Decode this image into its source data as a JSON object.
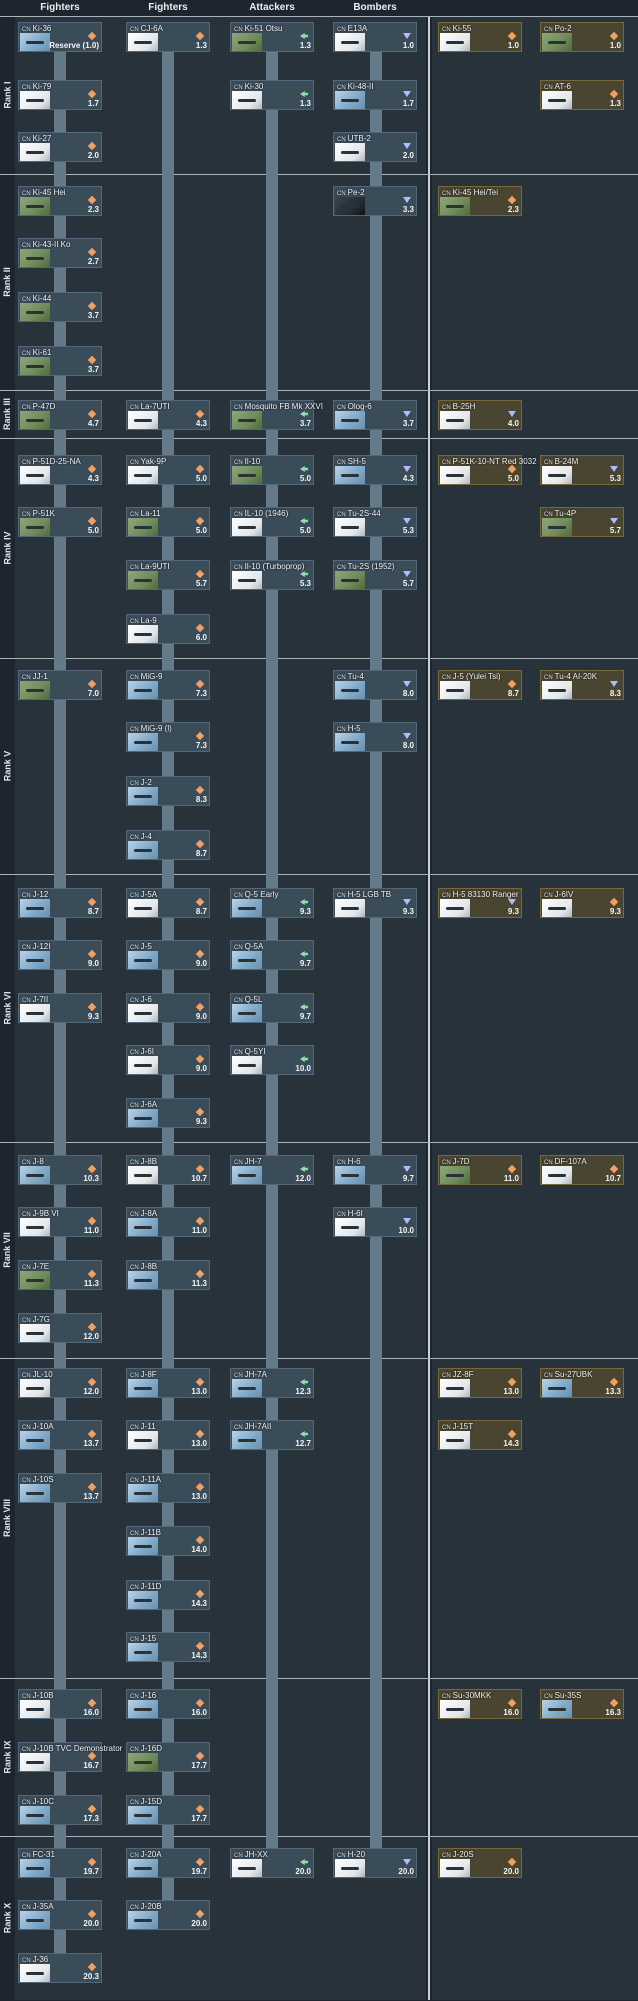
{
  "columns": [
    "Fighters",
    "Fighters",
    "Attackers",
    "Bombers",
    "",
    ""
  ],
  "ranks": [
    "Rank I",
    "Rank II",
    "Rank III",
    "Rank IV",
    "Rank V",
    "Rank VI",
    "Rank VII",
    "Rank VIII",
    "Rank IX",
    "Rank X"
  ],
  "nation_prefix": "CN",
  "vehicles": {
    "ki36": {
      "name": "Ki-36",
      "br": "Reserve (1.0)"
    },
    "ki79": {
      "name": "Ki-79",
      "br": "1.7"
    },
    "ki27": {
      "name": "Ki-27",
      "br": "2.0"
    },
    "cj6a": {
      "name": "CJ-6A",
      "br": "1.3"
    },
    "ki51": {
      "name": "Ki-51 Otsu",
      "br": "1.3"
    },
    "ki30": {
      "name": "Ki-30",
      "br": "1.3"
    },
    "e13a": {
      "name": "E13A",
      "br": "1.0"
    },
    "ki48": {
      "name": "Ki-48-II",
      "br": "1.7"
    },
    "utb2": {
      "name": "UTB-2",
      "br": "2.0"
    },
    "ki55": {
      "name": "Ki-55",
      "br": "1.0"
    },
    "po2": {
      "name": "Po-2",
      "br": "1.0"
    },
    "at6": {
      "name": "AT-6",
      "br": "1.3"
    },
    "ki45hei": {
      "name": "Ki-45 Hei",
      "br": "2.3"
    },
    "ki43": {
      "name": "Ki-43-II Ko",
      "br": "2.7"
    },
    "ki44": {
      "name": "Ki-44",
      "br": "3.7"
    },
    "ki61": {
      "name": "Ki-61",
      "br": "3.7"
    },
    "pe2": {
      "name": "Pe-2",
      "br": "3.3"
    },
    "ki45heitei": {
      "name": "Ki-45 Hei/Tei",
      "br": "2.3"
    },
    "p47d": {
      "name": "P-47D",
      "br": "4.7"
    },
    "la7uti": {
      "name": "La-7UTI",
      "br": "4.3"
    },
    "mosquito": {
      "name": "Mosquito FB Mk XXVI",
      "br": "3.7"
    },
    "olog6": {
      "name": "Olog-6",
      "br": "3.7"
    },
    "b25h": {
      "name": "B-25H",
      "br": "4.0"
    },
    "p51d": {
      "name": "P-51D-25-NA",
      "br": "4.3"
    },
    "p51k": {
      "name": "P-51K",
      "br": "5.0"
    },
    "yak9p": {
      "name": "Yak-9P",
      "br": "5.0"
    },
    "la11": {
      "name": "La-11",
      "br": "5.0"
    },
    "la9uti": {
      "name": "La-9UTI",
      "br": "5.7"
    },
    "la9": {
      "name": "La-9",
      "br": "6.0"
    },
    "il10": {
      "name": "Il-10",
      "br": "5.0"
    },
    "il10_1946": {
      "name": "IL-10 (1946)",
      "br": "5.0"
    },
    "il10_turbo": {
      "name": "Il-10 (Turboprop)",
      "br": "5.3"
    },
    "sh5": {
      "name": "SH-5",
      "br": "4.3"
    },
    "tu2s44": {
      "name": "Tu-2S-44",
      "br": "5.3"
    },
    "tu2s1952": {
      "name": "Tu-2S (1952)",
      "br": "5.7"
    },
    "p51k10": {
      "name": "P-51K-10-NT Red 3032",
      "br": "5.0"
    },
    "b24m": {
      "name": "B-24M",
      "br": "5.3"
    },
    "tu4p": {
      "name": "Tu-4P",
      "br": "5.7"
    },
    "jj1": {
      "name": "JJ-1",
      "br": "7.0"
    },
    "mig9": {
      "name": "MiG-9",
      "br": "7.3"
    },
    "mig9l": {
      "name": "MiG-9 (l)",
      "br": "7.3"
    },
    "j2": {
      "name": "J-2",
      "br": "8.3"
    },
    "j4": {
      "name": "J-4",
      "br": "8.7"
    },
    "tu4": {
      "name": "Tu-4",
      "br": "8.0"
    },
    "h5": {
      "name": "H-5",
      "br": "8.0"
    },
    "j5yulei": {
      "name": "J-5 (Yulei Tsi)",
      "br": "8.7"
    },
    "tu4ai20k": {
      "name": "Tu-4 AI-20K",
      "br": "8.3"
    },
    "j12": {
      "name": "J-12",
      "br": "8.7"
    },
    "j12i": {
      "name": "J-12I",
      "br": "9.0"
    },
    "j7ii": {
      "name": "J-7II",
      "br": "9.3"
    },
    "j5a": {
      "name": "J-5A",
      "br": "8.7"
    },
    "j5": {
      "name": "J-5",
      "br": "9.0"
    },
    "j6": {
      "name": "J-6",
      "br": "9.0"
    },
    "j6i": {
      "name": "J-6I",
      "br": "9.0"
    },
    "j6a": {
      "name": "J-6A",
      "br": "9.3"
    },
    "q5early": {
      "name": "Q-5 Early",
      "br": "9.3"
    },
    "q5a": {
      "name": "Q-5A",
      "br": "9.7"
    },
    "q5l": {
      "name": "Q-5L",
      "br": "9.7"
    },
    "q5yi": {
      "name": "Q-5YI",
      "br": "10.0"
    },
    "h5lgb": {
      "name": "H-5 LGB TB",
      "br": "9.3"
    },
    "h5_83130": {
      "name": "H-5 83130 Ranger",
      "br": "9.3"
    },
    "j6iv": {
      "name": "J-6IV",
      "br": "9.3"
    },
    "j8": {
      "name": "J-8",
      "br": "10.3"
    },
    "j8b": {
      "name": "J-8B",
      "br": "10.7"
    },
    "j9bvi": {
      "name": "J-9B VI",
      "br": "11.0"
    },
    "j7e": {
      "name": "J-7E",
      "br": "11.3"
    },
    "j7g": {
      "name": "J-7G",
      "br": "12.0"
    },
    "j8a": {
      "name": "J-8A",
      "br": "11.0"
    },
    "j8b2": {
      "name": "J-8B",
      "br": "11.3"
    },
    "jh7": {
      "name": "JH-7",
      "br": "12.0"
    },
    "h6": {
      "name": "H-6",
      "br": "9.7"
    },
    "h6i": {
      "name": "H-6I",
      "br": "10.0"
    },
    "j7d": {
      "name": "J-7D",
      "br": "11.0"
    },
    "df107a": {
      "name": "DF-107A",
      "br": "10.7"
    },
    "jl10": {
      "name": "JL-10",
      "br": "12.0"
    },
    "j10a": {
      "name": "J-10A",
      "br": "13.7"
    },
    "j10s": {
      "name": "J-10S",
      "br": "13.7"
    },
    "j8f": {
      "name": "J-8F",
      "br": "13.0"
    },
    "j11": {
      "name": "J-11",
      "br": "13.0"
    },
    "j11a": {
      "name": "J-11A",
      "br": "13.0"
    },
    "j11b": {
      "name": "J-11B",
      "br": "14.0"
    },
    "j11d": {
      "name": "J-11D",
      "br": "14.3"
    },
    "j15": {
      "name": "J-15",
      "br": "14.3"
    },
    "jh7a": {
      "name": "JH-7A",
      "br": "12.3"
    },
    "jh7aii": {
      "name": "JH-7AII",
      "br": "12.7"
    },
    "jz8f": {
      "name": "JZ-8F",
      "br": "13.0"
    },
    "su27ubk": {
      "name": "Su-27UBK",
      "br": "13.3"
    },
    "j15t": {
      "name": "J-15T",
      "br": "14.3"
    },
    "j10b": {
      "name": "J-10B",
      "br": "16.0"
    },
    "j10btvc": {
      "name": "J-10B TVC Demonstrator",
      "br": "16.7"
    },
    "j10c": {
      "name": "J-10C",
      "br": "17.3"
    },
    "j16": {
      "name": "J-16",
      "br": "16.0"
    },
    "j16d": {
      "name": "J-16D",
      "br": "17.7"
    },
    "j15d": {
      "name": "J-15D",
      "br": "17.7"
    },
    "su30mkk": {
      "name": "Su-30MKK",
      "br": "16.0"
    },
    "su35s": {
      "name": "Su-35S",
      "br": "16.3"
    },
    "fc31": {
      "name": "FC-31",
      "br": "19.7"
    },
    "j35a": {
      "name": "J-35A",
      "br": "20.0"
    },
    "j36": {
      "name": "J-36",
      "br": "20.3"
    },
    "j20a": {
      "name": "J-20A",
      "br": "19.7"
    },
    "j20b": {
      "name": "J-20B",
      "br": "20.0"
    },
    "jhxx": {
      "name": "JH-XX",
      "br": "20.0"
    },
    "h20": {
      "name": "H-20",
      "br": "20.0"
    },
    "j20s": {
      "name": "J-20S",
      "br": "20.0"
    }
  },
  "colors": {
    "background": "#1d262e",
    "card": "#3b4c59",
    "premium_card": "#4a4530",
    "arrow": "#647a89",
    "fighter_icon": "#f0a060",
    "attacker_icon": "#8fe0a8",
    "bomber_icon": "#aebcff"
  }
}
